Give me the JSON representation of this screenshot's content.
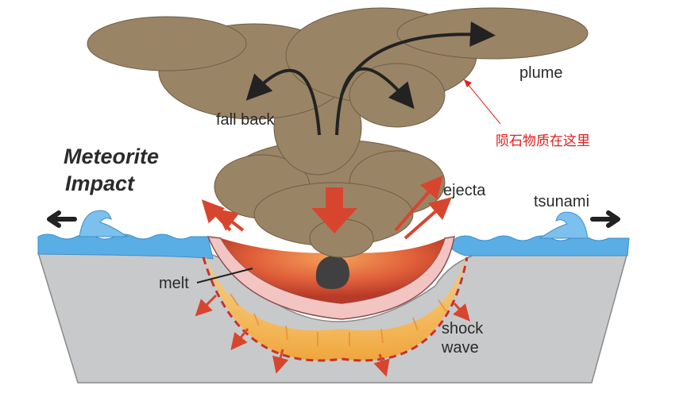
{
  "diagram": {
    "title_line1": "Meteorite",
    "title_line2": "Impact",
    "labels": {
      "plume": "plume",
      "fall_back": "fall back",
      "ejecta": "ejecta",
      "tsunami": "tsunami",
      "melt": "melt",
      "shock_line1": "shock",
      "shock_line2": "wave"
    },
    "annotation": {
      "text": "陨石物质在这里",
      "color": "#e02020"
    },
    "colors": {
      "cloud": "#9a8466",
      "cloud_dark": "#6e5d45",
      "water": "#5aaee6",
      "ground": "#c8c9cb",
      "arrow_red": "#d8452e",
      "melt": "#f2c4c2",
      "shock": "#f4b44a",
      "impactor": "#404040"
    }
  }
}
